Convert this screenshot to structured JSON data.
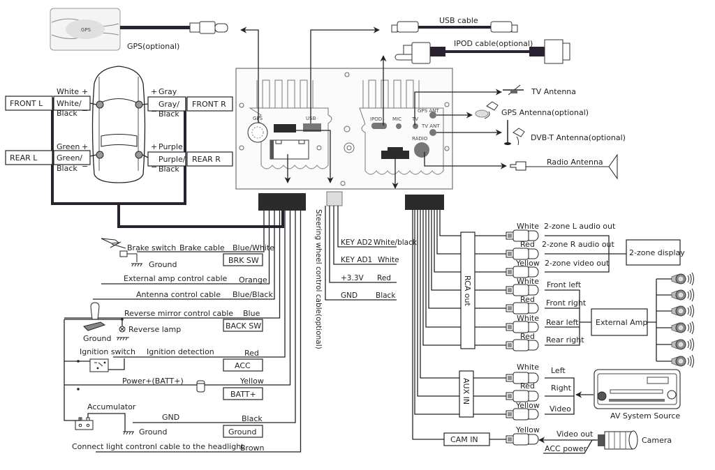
{
  "gps_module": {
    "label": "GPS(optional)",
    "device_text": "GPS"
  },
  "speakers": {
    "front_l": {
      "label": "FRONT L",
      "plus_wire": "White",
      "minus_wire_1": "White/",
      "minus_wire_2": "Black"
    },
    "front_r": {
      "label": "FRONT R",
      "plus_wire": "Gray",
      "minus_wire_1": "Gray/",
      "minus_wire_2": "Black"
    },
    "rear_l": {
      "label": "REAR L",
      "plus_wire": "Green",
      "minus_wire_1": "Green/",
      "minus_wire_2": "Black"
    },
    "rear_r": {
      "label": "REAR R",
      "plus_wire": "Purple",
      "minus_wire_1": "Purple/",
      "minus_wire_2": "Black"
    },
    "plus_sign": "+",
    "minus_sign": "−"
  },
  "head_unit": {
    "ports": {
      "gps": "GPS",
      "usb": "USB",
      "ipod": "IPOD",
      "mic": "MIC",
      "tv": "TV",
      "gps_ant": "GPS ANT",
      "tv_ant": "TV ANT",
      "radio": "RADIO"
    }
  },
  "cables": {
    "usb": "USB cable",
    "ipod": "IPOD cable(optional)"
  },
  "antennas": {
    "tv": "TV Antenna",
    "gps": "GPS Antenna(optional)",
    "dvbt": "DVB-T Antenna(optional)",
    "radio": "Radio Antenna"
  },
  "power_harness": {
    "rows": [
      {
        "left": "Brake switch",
        "desc": "Brake cable",
        "color": "Blue/White",
        "tag": "BRK SW"
      },
      {
        "desc": "External  amp control cable",
        "color": "Orange"
      },
      {
        "desc": "Antenna control cable",
        "color": "Blue/Black"
      },
      {
        "desc": "Reverse mirror control cable",
        "color": "Blue",
        "tag": "BACK SW"
      },
      {
        "left": "Ignition switch",
        "desc": "Ignition detection",
        "color": "Red",
        "tag": "ACC"
      },
      {
        "desc": "Power+(BATT+)",
        "color": "Yellow",
        "tag": "BATT+"
      },
      {
        "desc": "GND",
        "color": "Black",
        "tag": "Ground"
      },
      {
        "desc": "Connect light contronl cable to the headlight",
        "color": "Brown"
      }
    ],
    "ground_1": "Ground",
    "ground_2": "Ground",
    "ground_3": "Ground",
    "reverse_lamp": "Reverse lamp",
    "accumulator": "Accumulator"
  },
  "steering": {
    "title": "Steering wheel control cable(optional)",
    "rows": [
      {
        "name": "KEY AD2",
        "color": "White/black"
      },
      {
        "name": "KEY AD1",
        "color": "White"
      },
      {
        "name": "+3.3V",
        "color": "Red"
      },
      {
        "name": "GND",
        "color": "Black"
      }
    ]
  },
  "rca_out": {
    "title": "RCA out",
    "rows": [
      {
        "color": "White",
        "desc": "2-zone L audio out"
      },
      {
        "color": "Red",
        "desc": "2-zone R audio out"
      },
      {
        "color": "Yellow",
        "desc": "2-zone video out"
      },
      {
        "color": "White",
        "desc": "Front left"
      },
      {
        "color": "Red",
        "desc": "Front right"
      },
      {
        "color": "White",
        "desc": "Rear left"
      },
      {
        "color": "Red",
        "desc": "Rear right"
      }
    ],
    "two_zone_display": "2-zone display",
    "external_amp": "External Amp"
  },
  "aux_in": {
    "title": "AUX IN",
    "rows": [
      {
        "color": "White",
        "desc": "Left"
      },
      {
        "color": "Red",
        "desc": "Right"
      },
      {
        "color": "Yellow",
        "desc": "Video"
      }
    ],
    "source": "AV System Source"
  },
  "cam_in": {
    "title": "CAM IN",
    "color": "Yellow",
    "video_out": "Video out",
    "acc_power": "ACC power",
    "camera": "Camera"
  }
}
